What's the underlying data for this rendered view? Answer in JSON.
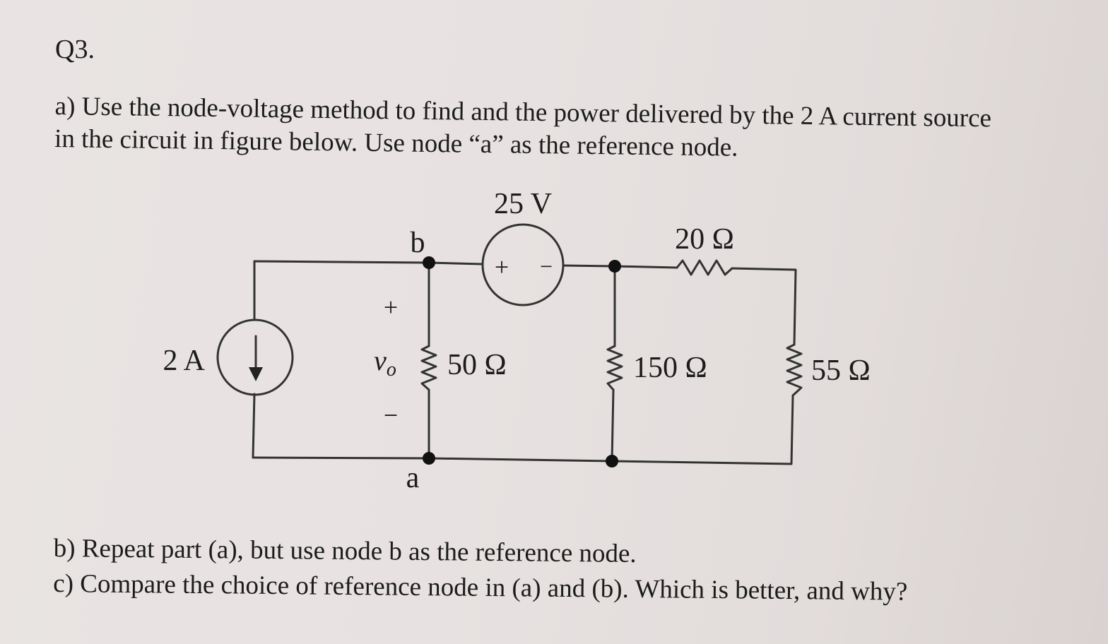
{
  "question": {
    "label": "Q3.",
    "part_a": {
      "line1": "a) Use the node-voltage method to find and the power delivered by the 2 A current source",
      "line2": "in the circuit in figure below. Use node “a” as the reference node."
    },
    "part_b": "b) Repeat part (a), but use node b as the reference node.",
    "part_c": "c) Compare the choice of reference node in (a) and (b). Which is better, and why?"
  },
  "circuit": {
    "current_source": {
      "label": "2 A",
      "direction_icon": "arrow-down-icon"
    },
    "voltage_source": {
      "label": "25 V",
      "plus": "+",
      "minus": "−"
    },
    "node_b": "b",
    "node_a": "a",
    "vo": {
      "plus": "+",
      "label": "v",
      "subscript": "o",
      "minus": "−"
    },
    "r_50": "50 Ω",
    "r_20": "20 Ω",
    "r_150": "150 Ω",
    "r_55": "55 Ω"
  }
}
